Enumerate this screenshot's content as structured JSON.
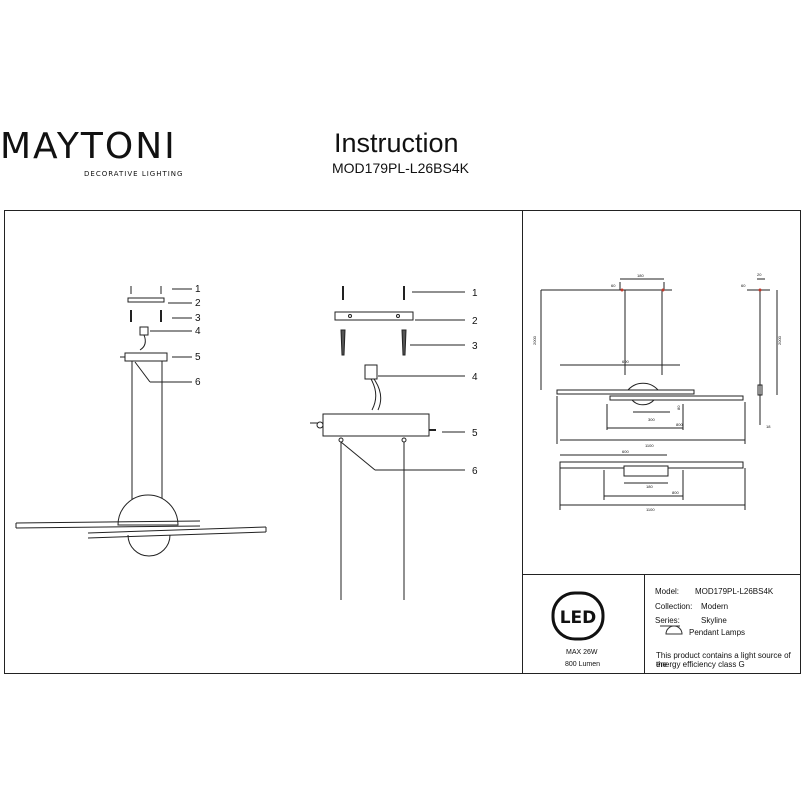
{
  "header": {
    "brand": "MAYTONI",
    "brand_tagline": "DECORATIVE LIGHTING",
    "title": "Instruction",
    "model": "MOD179PL-L26BS4K"
  },
  "diagram_left": {
    "callouts": [
      "1",
      "2",
      "3",
      "4",
      "5",
      "6"
    ]
  },
  "diagram_center": {
    "callouts": [
      "1",
      "2",
      "3",
      "4",
      "5",
      "6"
    ]
  },
  "dimensions": {
    "top_view": [
      "180",
      "60",
      "2000",
      "600",
      "80",
      "300",
      "800",
      "1100"
    ],
    "side_view": [
      "20",
      "60",
      "2000",
      "18"
    ],
    "bottom_view": [
      "600",
      "180",
      "800",
      "1100"
    ]
  },
  "led": {
    "label": "LED",
    "power": "MAX 26W",
    "lumen": "800 Lumen"
  },
  "product_info": {
    "model_label": "Model:",
    "model_value": "MOD179PL-L26BS4K",
    "collection_label": "Collection:",
    "collection_value": "Modern",
    "series_label": "Series:",
    "series_value": "Skyline",
    "type_value": "Pendant Lamps",
    "energy_note_1": "This product contains a light source of the",
    "energy_note_2": "energy efficiency class G"
  },
  "colors": {
    "line": "#222222",
    "accent_red": "#c0392b"
  }
}
